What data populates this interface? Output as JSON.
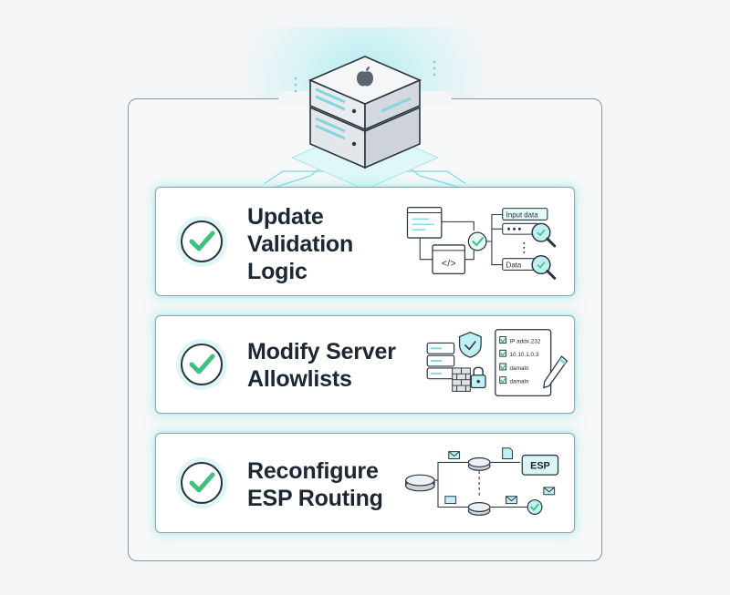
{
  "server": {
    "logo_icon": "apple-logo-icon"
  },
  "steps": [
    {
      "title_lines": [
        "Update",
        "Validation",
        "Logic"
      ],
      "icon": "check-circle-icon",
      "diagram": {
        "label_top": "Input data",
        "label_bottom": "Data"
      }
    },
    {
      "title_lines": [
        "Modify Server",
        "Allowlists"
      ],
      "icon": "check-circle-icon",
      "diagram": {
        "list": [
          "IP addx.232",
          "10.10.1.0.3",
          "damaln",
          "damaln"
        ]
      }
    },
    {
      "title_lines": [
        "Reconfigure",
        "ESP Routing"
      ],
      "icon": "check-circle-icon",
      "diagram": {
        "target_label": "ESP"
      }
    }
  ],
  "colors": {
    "accent": "#3fc07f",
    "glow": "#6fe2e8",
    "dark": "#1c2733",
    "line": "#5c6670"
  }
}
